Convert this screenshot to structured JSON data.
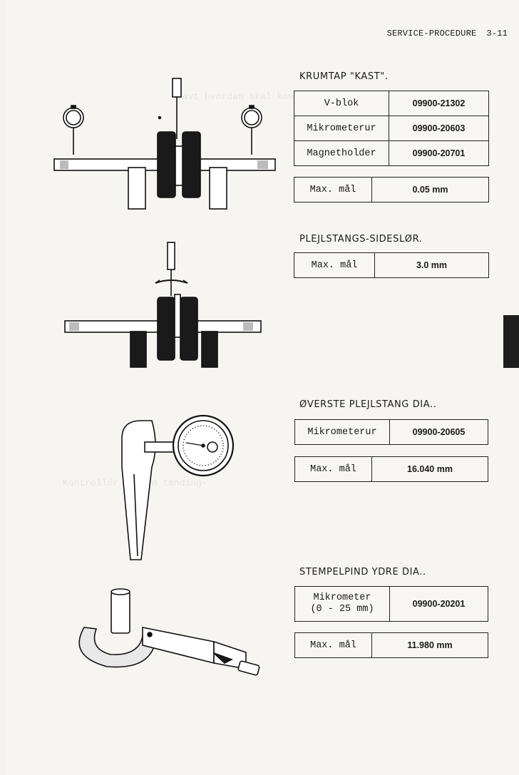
{
  "header": {
    "section": "SERVICE-PROCEDURE",
    "page": "3-11"
  },
  "sections": [
    {
      "title": "KRUMTAP \"KAST\".",
      "tools": [
        {
          "name": "V-blok",
          "part_no": "09900-21302"
        },
        {
          "name": "Mikrometerur",
          "part_no": "09900-20603"
        },
        {
          "name": "Magnetholder",
          "part_no": "09900-20701"
        }
      ],
      "limit": {
        "label": "Max. mål",
        "value": "0.05 mm"
      }
    },
    {
      "title": "PLEJLSTANGS-SIDESLØR.",
      "tools": [],
      "limit": {
        "label": "Max. mål",
        "value": "3.0 mm"
      }
    },
    {
      "title": "ØVERSTE PLEJLSTANG DIA..",
      "tools": [
        {
          "name": "Mikrometerur",
          "part_no": "09900-20605"
        }
      ],
      "limit": {
        "label": "Max. mål",
        "value": "16.040 mm"
      }
    },
    {
      "title": "STEMPELPIND YDRE DIA..",
      "tools": [
        {
          "name": "Mikrometer (0 - 25 mm)",
          "name_line1": "Mikrometer",
          "name_line2": "(0 - 25 mm)",
          "part_no": "09900-20201"
        }
      ],
      "limit": {
        "label": "Max. mål",
        "value": "11.980 mm"
      }
    }
  ],
  "figures": [
    {
      "id": "crankshaft-runout",
      "icon": "crankshaft-with-dial-gauges-illustration"
    },
    {
      "id": "conrod-side-play",
      "icon": "crankshaft-conrod-side-play-illustration"
    },
    {
      "id": "conrod-small-end",
      "icon": "dial-bore-gauge-illustration"
    },
    {
      "id": "piston-pin-od",
      "icon": "micrometer-illustration"
    }
  ]
}
